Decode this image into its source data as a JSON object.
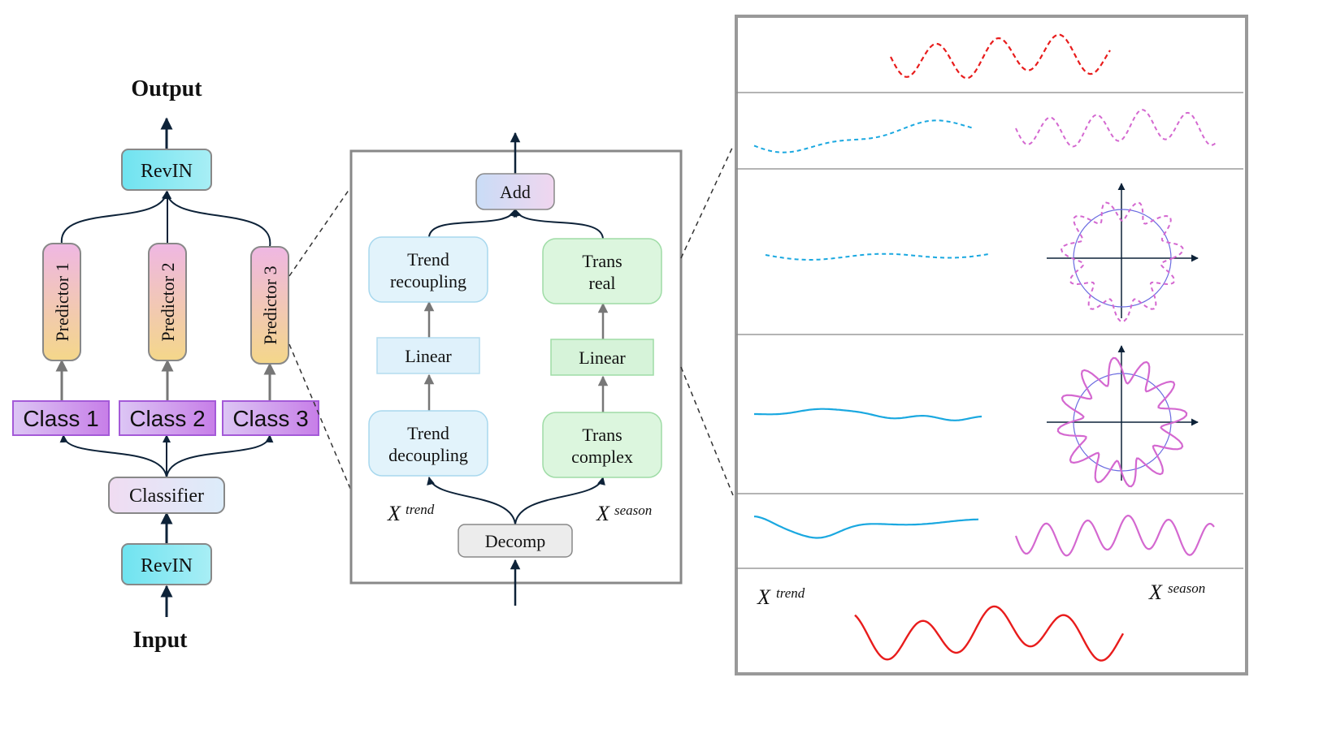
{
  "left": {
    "output": "Output",
    "input": "Input",
    "revin_top": "RevIN",
    "revin_bottom": "RevIN",
    "classifier": "Classifier",
    "predictors": [
      "Predictor 1",
      "Predictor 2",
      "Predictor 3"
    ],
    "classes": [
      "Class 1",
      "Class 2",
      "Class 3"
    ]
  },
  "middle": {
    "add": "Add",
    "trend_recoupling": [
      "Trend",
      "recoupling"
    ],
    "trans_real": [
      "Trans",
      "real"
    ],
    "linear_left": "Linear",
    "linear_right": "Linear",
    "trend_decoupling": [
      "Trend",
      "decoupling"
    ],
    "trans_complex": [
      "Trans",
      "complex"
    ],
    "decomp": "Decomp",
    "x_trend": {
      "base": "X",
      "sup": "trend"
    },
    "x_season": {
      "base": "X",
      "sup": "season"
    }
  },
  "right": {
    "x_trend": {
      "base": "X",
      "sup": "trend"
    },
    "x_season": {
      "base": "X",
      "sup": "season"
    }
  },
  "colors": {
    "revin": "#7fe4f2",
    "class": "#c77ee8",
    "predictor_top": "#eeb8e0",
    "predictor_bottom": "#f3d28a",
    "trend_box": "#e2f3fb",
    "trans_box": "#dcf6de",
    "red_signal": "#e81c1c",
    "blue_signal": "#1aa8e0",
    "magenta_signal": "#d468d0",
    "circle": "#6a6ae0"
  }
}
